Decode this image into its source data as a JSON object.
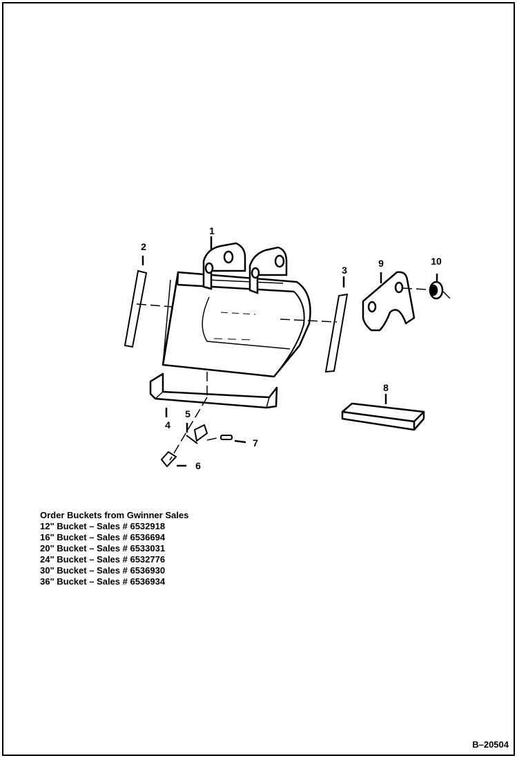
{
  "callouts": {
    "c1": "1",
    "c2": "2",
    "c3": "3",
    "c4": "4",
    "c5": "5",
    "c6": "6",
    "c7": "7",
    "c8": "8",
    "c9": "9",
    "c10": "10"
  },
  "order_info": {
    "heading": "Order Buckets from Gwinner Sales",
    "lines": [
      "12\" Bucket – Sales # 6532918",
      "16\" Bucket – Sales # 6536694",
      "20\" Bucket – Sales # 6533031",
      "24\" Bucket – Sales # 6532776",
      "30\" Bucket – Sales # 6536930",
      "36\" Bucket – Sales # 6536934"
    ]
  },
  "figure_id": "B–20504"
}
